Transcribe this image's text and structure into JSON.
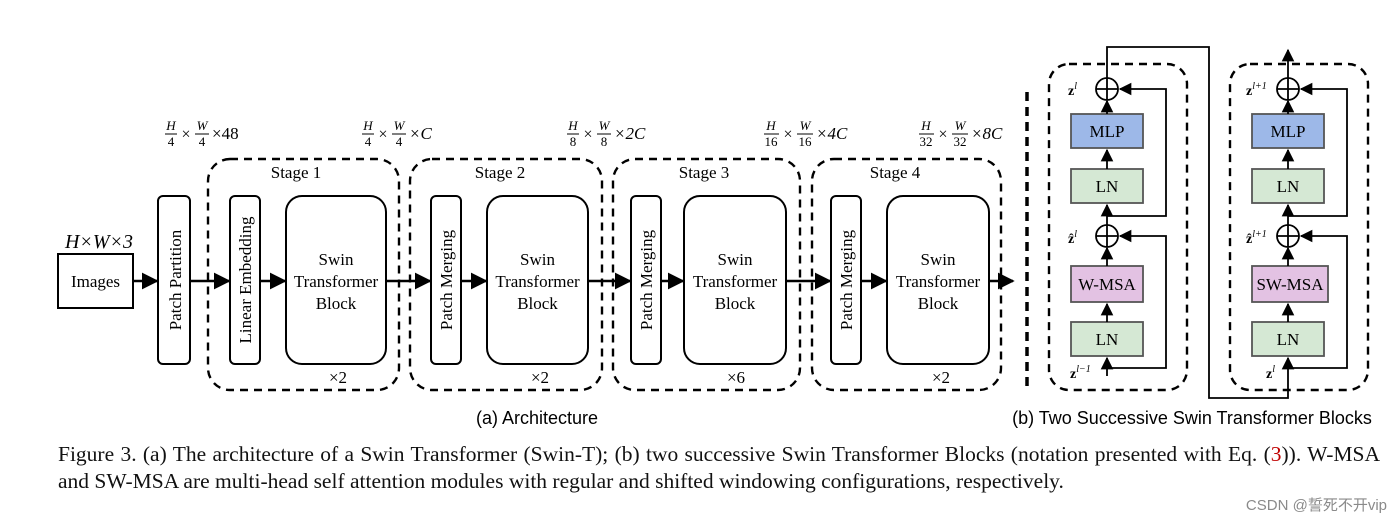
{
  "architecture": {
    "input_dims": "H×W×3",
    "images_label": "Images",
    "patch_partition_label": "Patch Partition",
    "linear_embedding_label": "Linear Embedding",
    "patch_merging_label": "Patch Merging",
    "swin_block_lines": [
      "Swin",
      "Transformer",
      "Block"
    ],
    "stages": [
      {
        "label": "Stage 1",
        "repeat": "×2",
        "dims": {
          "h_num": "H",
          "h_den": "4",
          "w_num": "W",
          "w_den": "4",
          "ch": "×48"
        }
      },
      {
        "label": "Stage 2",
        "repeat": "×2",
        "dims": {
          "h_num": "H",
          "h_den": "4",
          "w_num": "W",
          "w_den": "4",
          "ch": "×C"
        }
      },
      {
        "label": "Stage 3",
        "repeat": "×6",
        "dims": {
          "h_num": "H",
          "h_den": "8",
          "w_num": "W",
          "w_den": "8",
          "ch": "×2C"
        }
      },
      {
        "label": "Stage 4",
        "repeat": "×2",
        "dims": {
          "h_num": "H",
          "h_den": "16",
          "w_num": "W",
          "w_den": "16",
          "ch": "×4C"
        }
      }
    ],
    "final_dims": {
      "h_num": "H",
      "h_den": "32",
      "w_num": "W",
      "w_den": "32",
      "ch": "×8C"
    },
    "subcaption": "(a) Architecture"
  },
  "blocks": {
    "left": {
      "mlp": "MLP",
      "ln_top": "LN",
      "msa": "W-MSA",
      "ln_bottom": "LN",
      "z_out": "z",
      "z_out_sup": "l",
      "z_hat": "ẑ",
      "z_hat_sup": "l",
      "z_in": "z",
      "z_in_sup": "l−1"
    },
    "right": {
      "mlp": "MLP",
      "ln_top": "LN",
      "msa": "SW-MSA",
      "ln_bottom": "LN",
      "z_out": "z",
      "z_out_sup": "l+1",
      "z_hat": "ẑ",
      "z_hat_sup": "l+1",
      "z_in": "z",
      "z_in_sup": "l"
    },
    "subcaption": "(b) Two Successive Swin Transformer Blocks",
    "colors": {
      "mlp": "#9db8e8",
      "ln": "#d5e8d4",
      "msa": "#e3c2e3"
    }
  },
  "caption": {
    "part1": "Figure 3. (a) The architecture of a Swin Transformer (Swin-T); (b) two successive Swin Transformer Blocks (notation presented with Eq. (",
    "ref": "3",
    "part2": ")). W-MSA and SW-MSA are multi-head self attention modules with regular and shifted windowing configurations, respectively."
  },
  "watermark": "CSDN @誓死不开vip"
}
